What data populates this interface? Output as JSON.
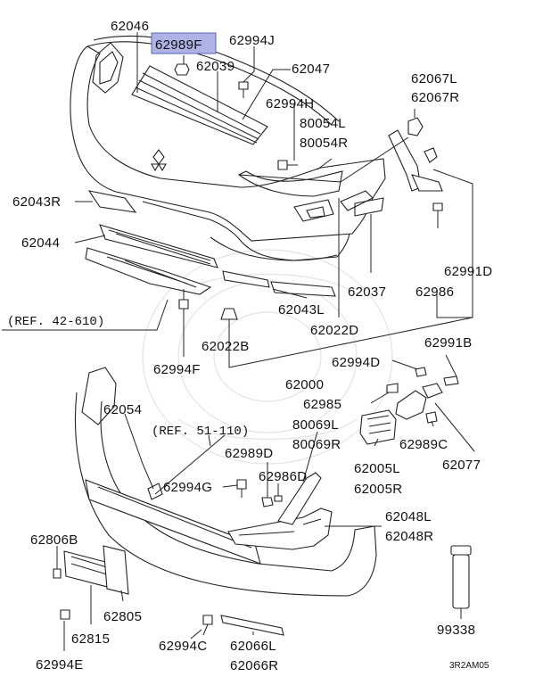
{
  "highlighted_part": "62989F",
  "parts": {
    "p62046": "62046",
    "p62989F": "62989F",
    "p62994J": "62994J",
    "p62039": "62039",
    "p62047": "62047",
    "p62067L": "62067L",
    "p62067R": "62067R",
    "p62994H": "62994H",
    "p80054L": "80054L",
    "p80054R": "80054R",
    "p62043R": "62043R",
    "p62044": "62044",
    "p62043L": "62043L",
    "p62037": "62037",
    "p62986": "62986",
    "p62991D": "62991D",
    "p62022D": "62022D",
    "p62022B": "62022B",
    "p62994F": "62994F",
    "p62991B": "62991B",
    "p62994D": "62994D",
    "p62000": "62000",
    "p62985": "62985",
    "p62054": "62054",
    "p80069L": "80069L",
    "p80069R": "80069R",
    "p62005L": "62005L",
    "p62005R": "62005R",
    "p62989C": "62989C",
    "p62077": "62077",
    "p62989D": "62989D",
    "p62986D": "62986D",
    "p62994G": "62994G",
    "p62048L": "62048L",
    "p62048R": "62048R",
    "p62806B": "62806B",
    "p62805": "62805",
    "p62815": "62815",
    "p62994C": "62994C",
    "p62066L": "62066L",
    "p62066R": "62066R",
    "p62994E": "62994E",
    "p99338": "99338"
  },
  "references": {
    "ref_42_610": "(REF. 42-610)",
    "ref_51_110": "(REF. 51-110)"
  },
  "diagram_code": "3R2AM05",
  "colors": {
    "highlight": "#aeb3e6",
    "line": "#222222"
  }
}
